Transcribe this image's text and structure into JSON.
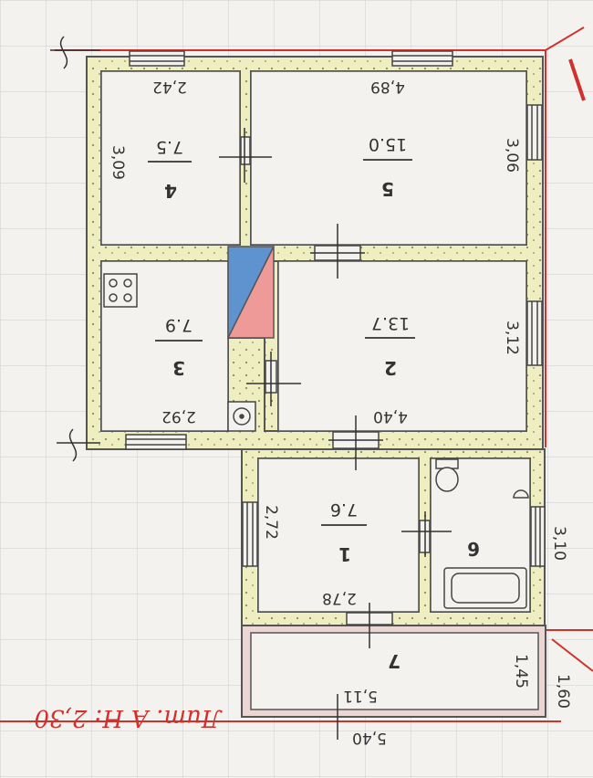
{
  "rooms": [
    {
      "id": "4",
      "number": "4",
      "area": "7.5",
      "width": "2,42",
      "height": "3,09"
    },
    {
      "id": "5",
      "number": "5",
      "area": "15.0",
      "width": "4,89",
      "height": "3,06"
    },
    {
      "id": "3",
      "number": "3",
      "area": "7.9",
      "width": "2,92"
    },
    {
      "id": "2",
      "number": "2",
      "area": "13.7",
      "width": "4,40",
      "height": "3,12"
    },
    {
      "id": "1",
      "number": "1",
      "area": "7.6",
      "width": "2,78",
      "height": "2,72"
    },
    {
      "id": "6",
      "number": "6",
      "height": "3,10"
    },
    {
      "id": "7",
      "number": "7",
      "width": "5,11",
      "height": "1,45"
    }
  ],
  "outer": {
    "width": "5,40",
    "height": "1,60"
  },
  "handwriting": "Лит. А   Н: 2,30",
  "colors": {
    "wall": "#efeec0",
    "wall_border": "#555555",
    "red_line": "#d0312d",
    "stove_blue": "#5f93cf",
    "stove_pink": "#ee9a98"
  }
}
